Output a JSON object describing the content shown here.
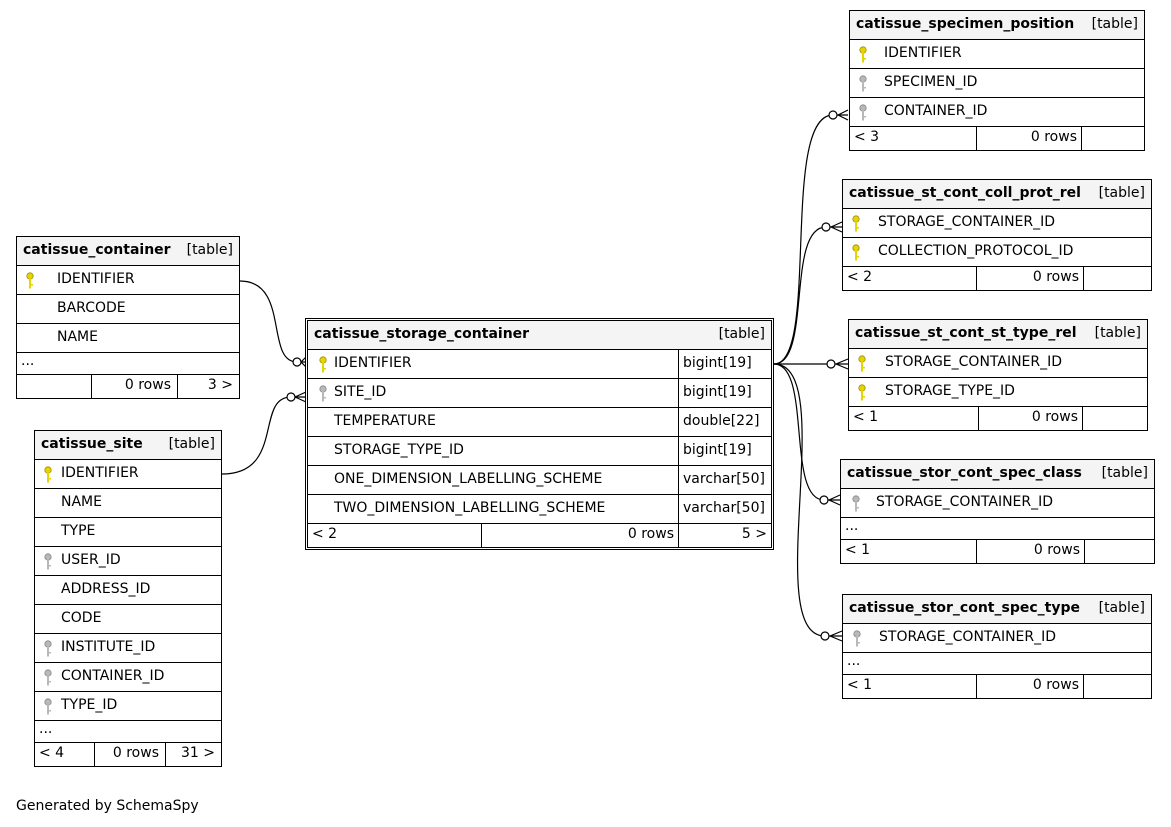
{
  "footer": "Generated by SchemaSpy",
  "colors": {
    "primary_key": "#e6d400",
    "foreign_key": "#b8b8b8",
    "header_bg": "#f4f4f4"
  },
  "tables": {
    "storage_container": {
      "name": "catissue_storage_container",
      "tag": "[table]",
      "columns": [
        {
          "name": "IDENTIFIER",
          "type": "bigint[19]",
          "key": "primary-key-icon"
        },
        {
          "name": "SITE_ID",
          "type": "bigint[19]",
          "key": "foreign-key-icon"
        },
        {
          "name": "TEMPERATURE",
          "type": "double[22]"
        },
        {
          "name": "STORAGE_TYPE_ID",
          "type": "bigint[19]"
        },
        {
          "name": "ONE_DIMENSION_LABELLING_SCHEME",
          "type": "varchar[50]"
        },
        {
          "name": "TWO_DIMENSION_LABELLING_SCHEME",
          "type": "varchar[50]"
        }
      ],
      "footer": {
        "parents": "< 2",
        "rows": "0 rows",
        "children": "5 >"
      }
    },
    "container": {
      "name": "catissue_container",
      "tag": "[table]",
      "columns": [
        {
          "name": "IDENTIFIER",
          "key": "primary-key-icon"
        },
        {
          "name": "BARCODE"
        },
        {
          "name": "NAME"
        }
      ],
      "ellipsis": "...",
      "footer": {
        "parents": "",
        "rows": "0 rows",
        "children": "3 >"
      }
    },
    "site": {
      "name": "catissue_site",
      "tag": "[table]",
      "columns": [
        {
          "name": "IDENTIFIER",
          "key": "primary-key-icon"
        },
        {
          "name": "NAME"
        },
        {
          "name": "TYPE"
        },
        {
          "name": "USER_ID",
          "key": "foreign-key-icon"
        },
        {
          "name": "ADDRESS_ID"
        },
        {
          "name": "CODE"
        },
        {
          "name": "INSTITUTE_ID",
          "key": "foreign-key-icon"
        },
        {
          "name": "CONTAINER_ID",
          "key": "foreign-key-icon"
        },
        {
          "name": "TYPE_ID",
          "key": "foreign-key-icon"
        }
      ],
      "ellipsis": "...",
      "footer": {
        "parents": "< 4",
        "rows": "0 rows",
        "children": "31 >"
      }
    },
    "specimen_position": {
      "name": "catissue_specimen_position",
      "tag": "[table]",
      "columns": [
        {
          "name": "IDENTIFIER",
          "key": "primary-key-icon"
        },
        {
          "name": "SPECIMEN_ID",
          "key": "foreign-key-icon"
        },
        {
          "name": "CONTAINER_ID",
          "key": "foreign-key-icon"
        }
      ],
      "footer": {
        "parents": "< 3",
        "rows": "0 rows",
        "children": ""
      }
    },
    "st_cont_coll_prot_rel": {
      "name": "catissue_st_cont_coll_prot_rel",
      "tag": "[table]",
      "columns": [
        {
          "name": "STORAGE_CONTAINER_ID",
          "key": "primary-key-icon"
        },
        {
          "name": "COLLECTION_PROTOCOL_ID",
          "key": "primary-key-icon"
        }
      ],
      "footer": {
        "parents": "< 2",
        "rows": "0 rows",
        "children": ""
      }
    },
    "st_cont_st_type_rel": {
      "name": "catissue_st_cont_st_type_rel",
      "tag": "[table]",
      "columns": [
        {
          "name": "STORAGE_CONTAINER_ID",
          "key": "primary-key-icon"
        },
        {
          "name": "STORAGE_TYPE_ID",
          "key": "primary-key-icon"
        }
      ],
      "footer": {
        "parents": "< 1",
        "rows": "0 rows",
        "children": ""
      }
    },
    "stor_cont_spec_class": {
      "name": "catissue_stor_cont_spec_class",
      "tag": "[table]",
      "columns": [
        {
          "name": "STORAGE_CONTAINER_ID",
          "key": "foreign-key-icon"
        }
      ],
      "ellipsis": "...",
      "footer": {
        "parents": "< 1",
        "rows": "0 rows",
        "children": ""
      }
    },
    "stor_cont_spec_type": {
      "name": "catissue_stor_cont_spec_type",
      "tag": "[table]",
      "columns": [
        {
          "name": "STORAGE_CONTAINER_ID",
          "key": "foreign-key-icon"
        }
      ],
      "ellipsis": "...",
      "footer": {
        "parents": "< 1",
        "rows": "0 rows",
        "children": ""
      }
    }
  }
}
